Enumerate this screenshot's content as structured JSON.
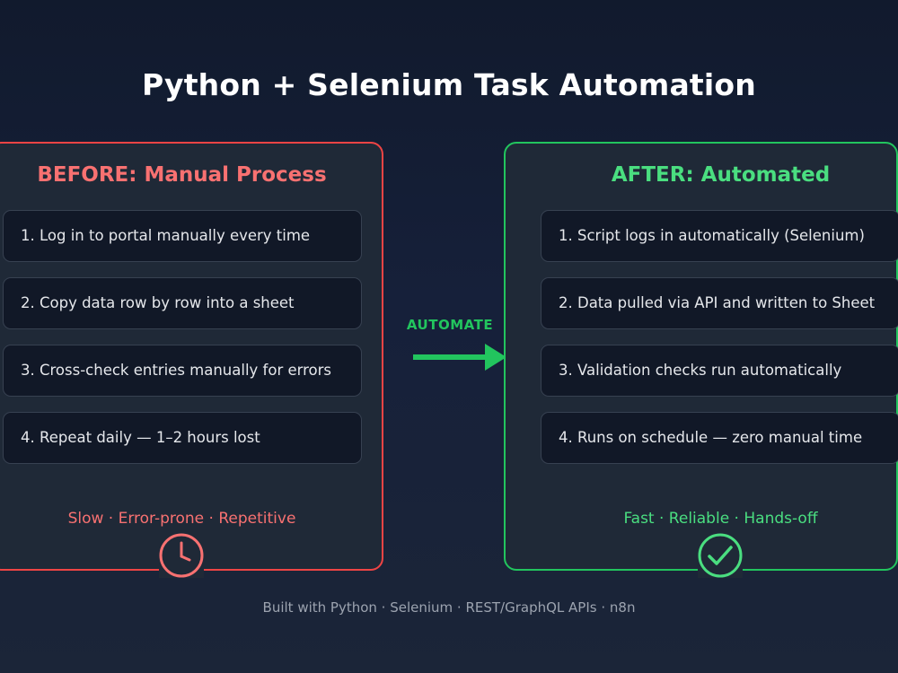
{
  "title": "Python + Selenium Task Automation",
  "colors": {
    "before_accent": "#ef4444",
    "before_text": "#f87171",
    "after_accent": "#22c55e",
    "after_text": "#4ade80",
    "panel_bg": "#1f2937",
    "step_bg": "#111827"
  },
  "before": {
    "heading": "BEFORE: Manual Process",
    "steps": [
      "1. Log in to portal manually every time",
      "2. Copy data row by row into a sheet",
      "3. Cross-check entries manually for errors",
      "4. Repeat daily — 1–2 hours lost"
    ],
    "tagline": "Slow · Error-prone · Repetitive",
    "icon": "clock-icon"
  },
  "arrow": {
    "label": "AUTOMATE",
    "icon": "arrow-right-icon"
  },
  "after": {
    "heading": "AFTER: Automated",
    "steps": [
      "1. Script logs in automatically (Selenium)",
      "2. Data pulled via API and written to Sheet",
      "3. Validation checks run automatically",
      "4. Runs on schedule — zero manual time"
    ],
    "tagline": "Fast · Reliable · Hands-off",
    "icon": "checkmark-icon"
  },
  "footer": "Built with Python · Selenium · REST/GraphQL APIs · n8n"
}
